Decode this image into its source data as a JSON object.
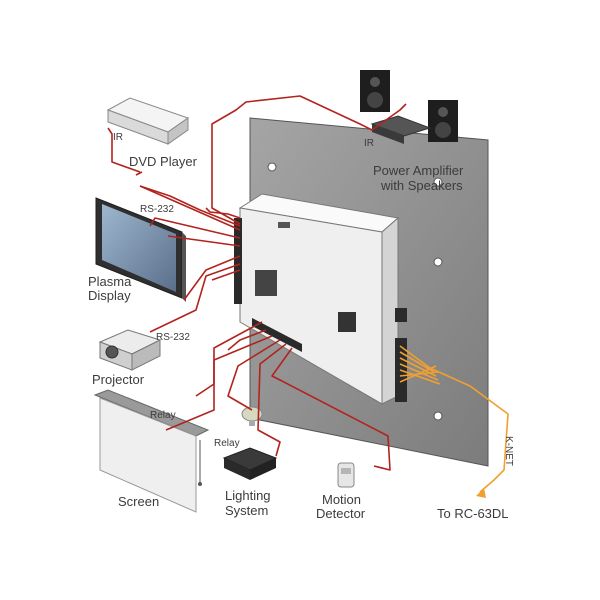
{
  "labels": {
    "dvd": "DVD Player",
    "ir_dvd": "IR",
    "amp_line1": "Power Amplifier",
    "amp_line2": "with Speakers",
    "ir_amp": "IR",
    "plasma_line1": "Plasma",
    "plasma_line2": "Display",
    "rs232_plasma": "RS-232",
    "projector": "Projector",
    "rs232_projector": "RS-232",
    "relay_screen": "Relay",
    "screen": "Screen",
    "relay_light": "Relay",
    "lighting_line1": "Lighting",
    "lighting_line2": "System",
    "motion_line1": "Motion",
    "motion_line2": "Detector",
    "knet": "K-NET",
    "to_rc": "To RC-63DL"
  },
  "colors": {
    "wire": "#b3231e",
    "knet": "#f0a030",
    "plate": "#8c8c8c",
    "device": "#f2f2f2"
  }
}
